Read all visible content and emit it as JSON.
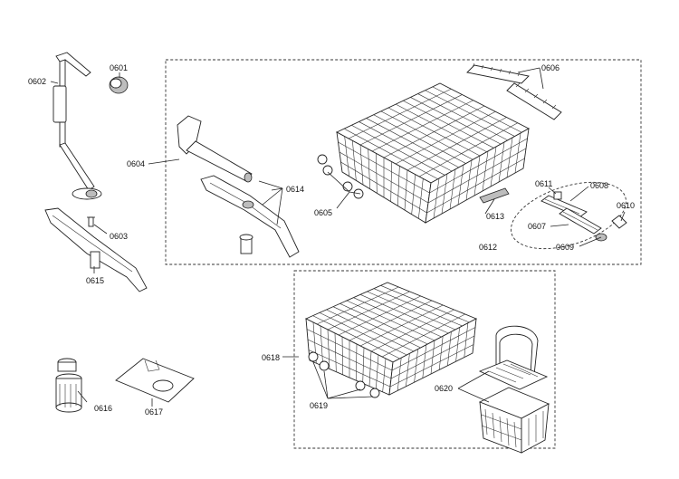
{
  "labels": {
    "p0601": "0601",
    "p0602": "0602",
    "p0603": "0603",
    "p0604": "0604",
    "p0605": "0605",
    "p0606": "0606",
    "p0607": "0607",
    "p0608": "0608",
    "p0609": "0609",
    "p0610": "0610",
    "p0611": "0611",
    "p0612": "0612",
    "p0613": "0613",
    "p0614": "0614",
    "p0615": "0615",
    "p0616": "0616",
    "p0617": "0617",
    "p0618": "0618",
    "p0619": "0619",
    "p0620": "0620"
  }
}
